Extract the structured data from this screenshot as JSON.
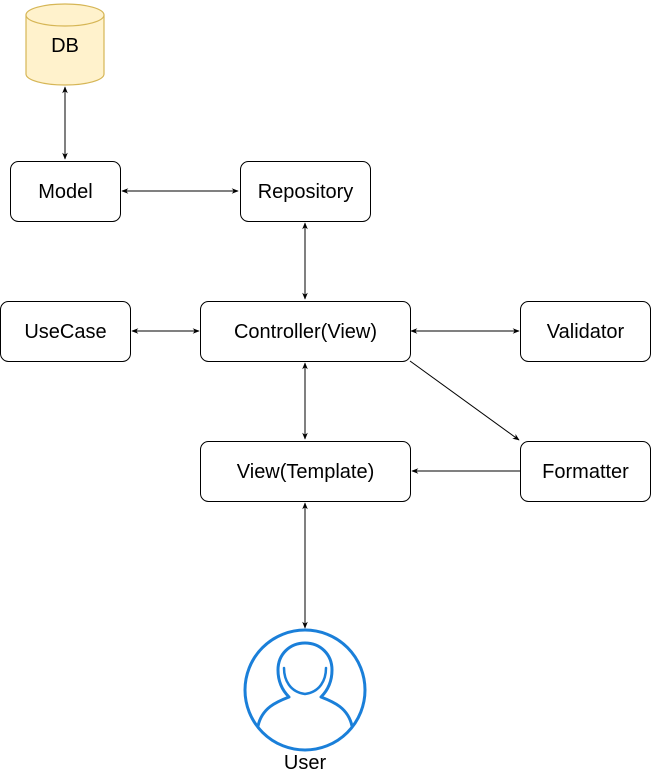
{
  "nodes": {
    "db": {
      "label": "DB"
    },
    "model": {
      "label": "Model"
    },
    "repository": {
      "label": "Repository"
    },
    "usecase": {
      "label": "UseCase"
    },
    "controller": {
      "label": "Controller(View)"
    },
    "validator": {
      "label": "Validator"
    },
    "view_template": {
      "label": "View(Template)"
    },
    "formatter": {
      "label": "Formatter"
    },
    "user": {
      "label": "User"
    }
  },
  "edges": [
    {
      "from": "DB",
      "to": "Model",
      "direction": "both"
    },
    {
      "from": "Model",
      "to": "Repository",
      "direction": "both"
    },
    {
      "from": "Repository",
      "to": "Controller(View)",
      "direction": "both"
    },
    {
      "from": "UseCase",
      "to": "Controller(View)",
      "direction": "both"
    },
    {
      "from": "Controller(View)",
      "to": "Validator",
      "direction": "both"
    },
    {
      "from": "Controller(View)",
      "to": "View(Template)",
      "direction": "both"
    },
    {
      "from": "Controller(View)",
      "to": "Formatter",
      "direction": "forward"
    },
    {
      "from": "Formatter",
      "to": "View(Template)",
      "direction": "forward"
    },
    {
      "from": "View(Template)",
      "to": "User",
      "direction": "both"
    }
  ],
  "colors": {
    "db_fill": "#fff2cc",
    "db_stroke": "#d6b656",
    "user_stroke": "#1a7fd9",
    "line": "#000000"
  },
  "icons": {
    "db": "database-cylinder-icon",
    "user": "user-avatar-icon"
  }
}
